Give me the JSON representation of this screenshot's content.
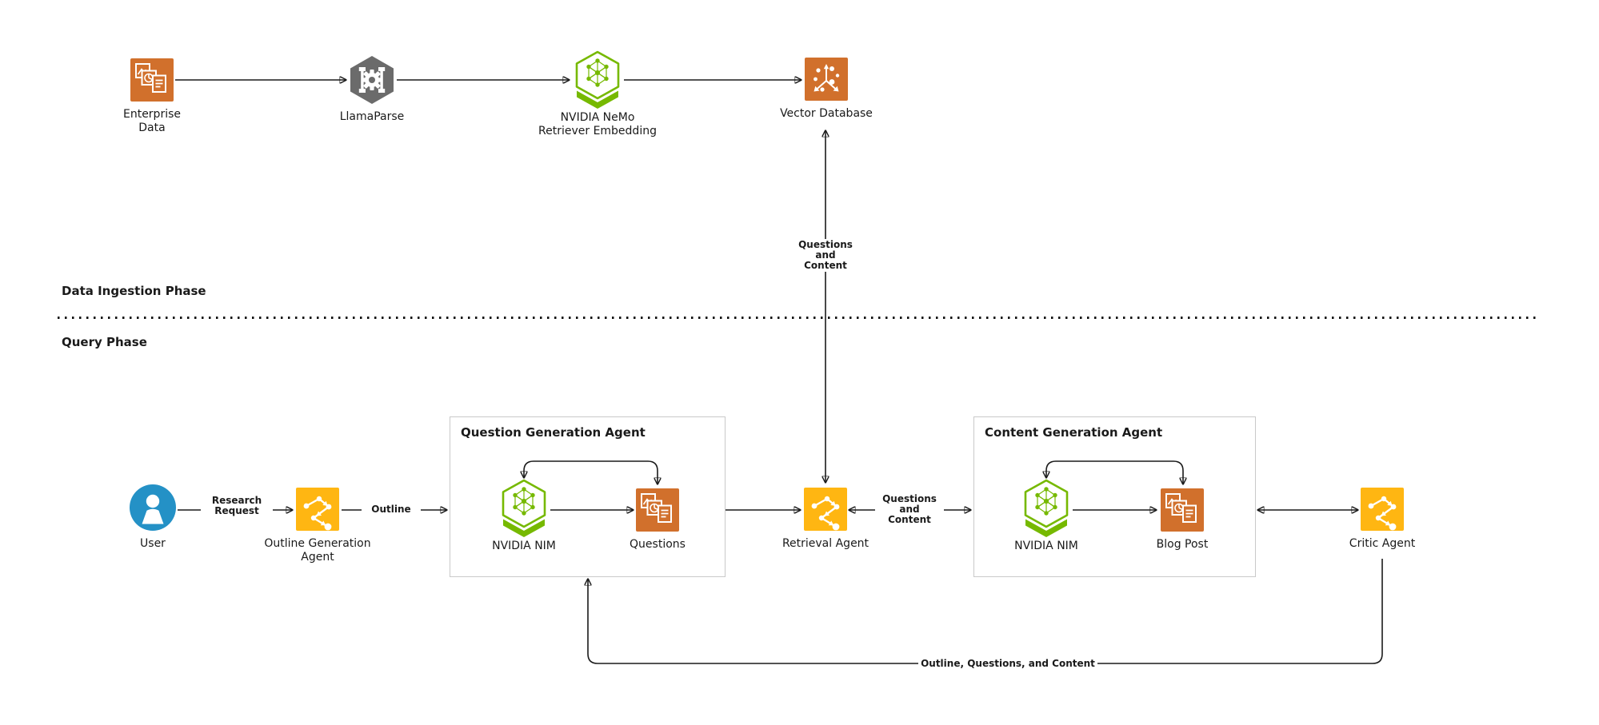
{
  "colors": {
    "orange": "#D1702C",
    "amber": "#FFB612",
    "green": "#76B900",
    "gray": "#6B6B6B",
    "blue": "#2491C6",
    "line": "#1A1A1A",
    "boxborder": "#C9C9C9",
    "text": "#1A1A1A"
  },
  "phases": {
    "ingestion_label": "Data Ingestion Phase",
    "query_label": "Query Phase"
  },
  "nodes": {
    "enterprise_data": {
      "label": "Enterprise\nData",
      "icon": "documents-icon"
    },
    "llamaparse": {
      "label": "LlamaParse",
      "icon": "parser-hexagon-icon"
    },
    "nemo_embedding": {
      "label": "NVIDIA NeMo\nRetriever Embedding",
      "icon": "nim-hexagon-icon"
    },
    "vector_database": {
      "label": "Vector Database",
      "icon": "vector-axes-icon"
    },
    "user": {
      "label": "User",
      "icon": "user-icon"
    },
    "outline_agent": {
      "label": "Outline Generation\nAgent",
      "icon": "agent-icon"
    },
    "qg_nim": {
      "label": "NVIDIA NIM",
      "icon": "nim-hexagon-icon"
    },
    "questions": {
      "label": "Questions",
      "icon": "documents-icon"
    },
    "retrieval_agent": {
      "label": "Retrieval Agent",
      "icon": "agent-icon"
    },
    "cg_nim": {
      "label": "NVIDIA NIM",
      "icon": "nim-hexagon-icon"
    },
    "blog_post": {
      "label": "Blog Post",
      "icon": "documents-icon"
    },
    "critic_agent": {
      "label": "Critic Agent",
      "icon": "agent-icon"
    }
  },
  "groups": {
    "question_generation": {
      "title": "Question Generation Agent"
    },
    "content_generation": {
      "title": "Content Generation Agent"
    }
  },
  "edges": {
    "research_request": {
      "label": "Research\nRequest"
    },
    "outline": {
      "label": "Outline"
    },
    "questions_and_content_vertical": {
      "label": "Questions\nand\nContent"
    },
    "questions_and_content_horizontal": {
      "label": "Questions\nand\nContent"
    },
    "feedback": {
      "label": "Outline, Questions, and Content"
    }
  }
}
